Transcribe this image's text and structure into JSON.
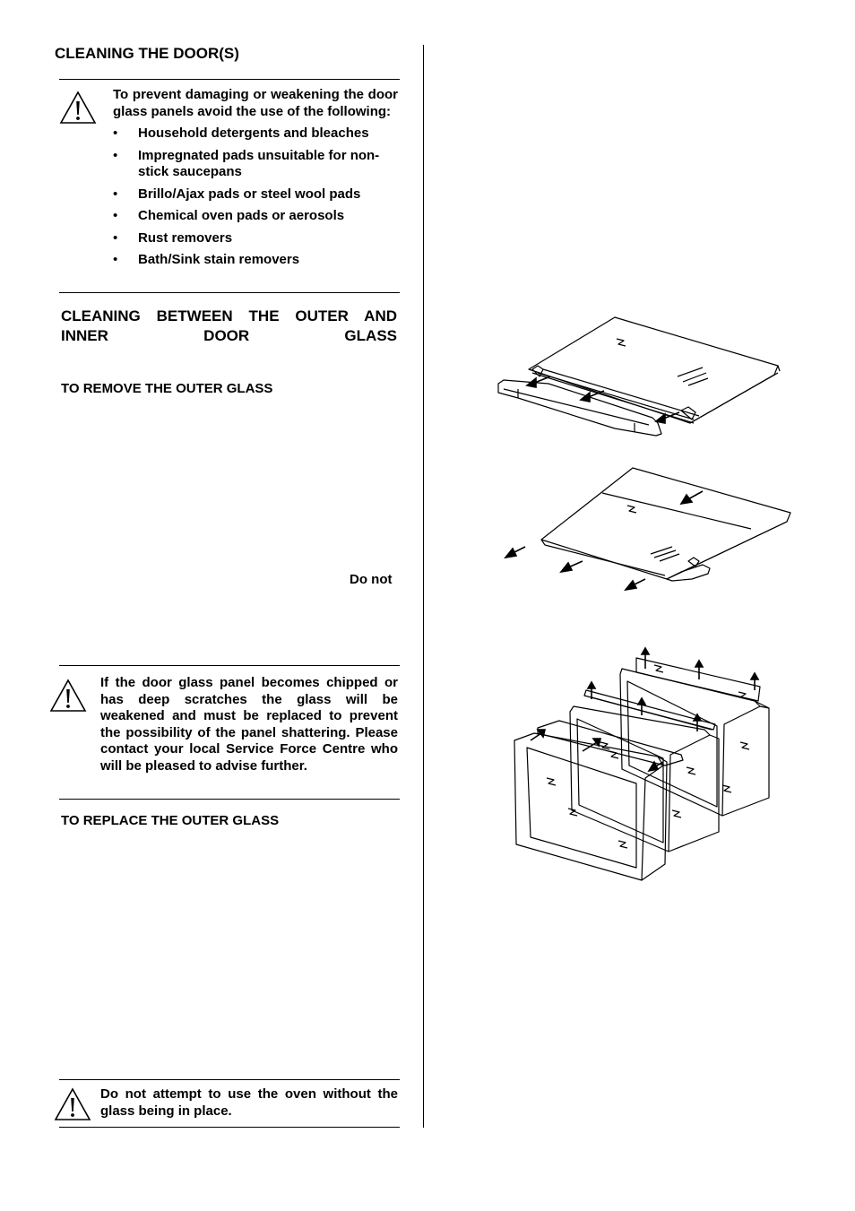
{
  "section_title": "CLEANING THE DOOR(S)",
  "warning1": {
    "text": "To prevent damaging or weakening the door glass panels avoid the use of the following:",
    "items": [
      "Household detergents and bleaches",
      "Impregnated pads unsuitable for non-stick saucepans",
      "Brillo/Ajax pads or steel wool pads",
      "Chemical oven pads or aerosols",
      "Rust removers",
      "Bath/Sink stain removers"
    ]
  },
  "subsection_title": "CLEANING BETWEEN THE OUTER AND INNER DOOR GLASS",
  "remove_title": "TO REMOVE THE OUTER GLASS",
  "do_not_fragment": "Do not",
  "warning2": {
    "text": "If the door glass panel becomes chipped or has deep scratches the glass will be weakened and must be replaced to prevent the possibility of the panel shattering. Please contact your local Service Force Centre who will be pleased to advise further."
  },
  "replace_title": "TO REPLACE THE OUTER GLASS",
  "warning3": {
    "text": "Do not attempt to use the oven without the glass being in place."
  },
  "icons": {
    "warning": "warning-triangle-icon"
  }
}
